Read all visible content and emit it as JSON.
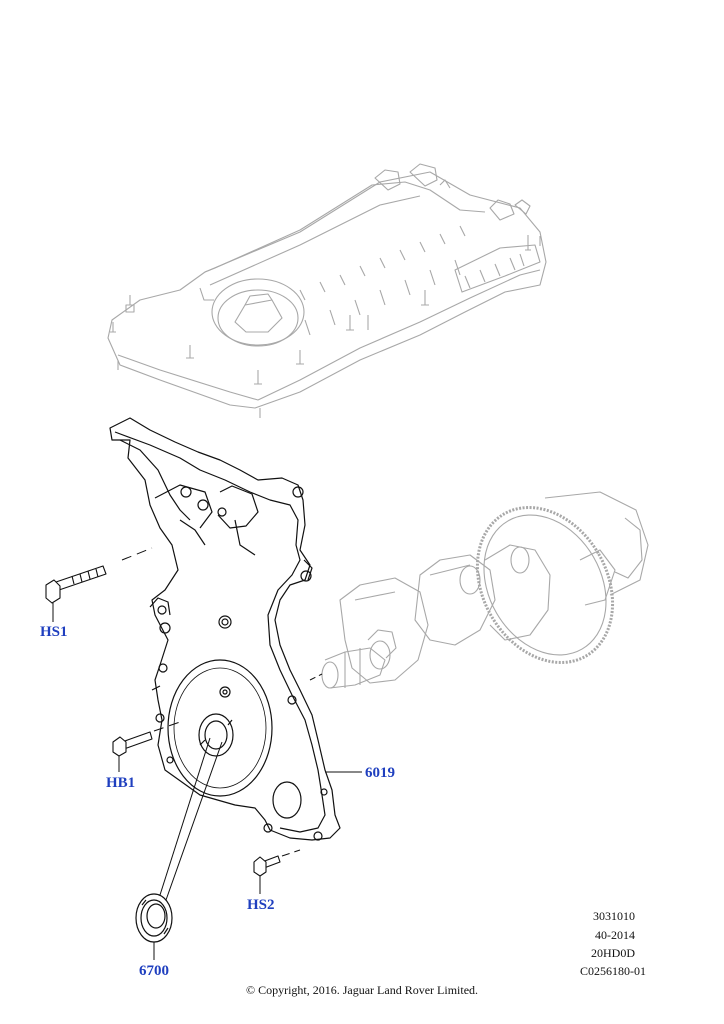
{
  "callouts": {
    "hs1": "HS1",
    "hb1": "HB1",
    "hs2": "HS2",
    "p6019": "6019",
    "p6700": "6700"
  },
  "reference": {
    "code1": "3031010",
    "code2": "40-2014",
    "code3": "20HD0D",
    "code4": "C0256180-01"
  },
  "copyright": "© Copyright, 2016. Jaguar Land Rover Limited.",
  "colors": {
    "callout": "#1f3fbf",
    "line_dark": "#111111",
    "line_faded": "#9a9a9a"
  }
}
